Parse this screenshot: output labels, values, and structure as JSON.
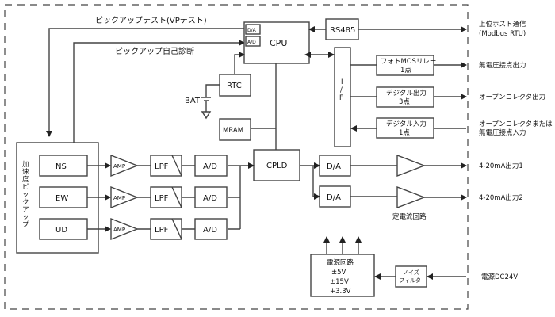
{
  "diagram": {
    "labels": {
      "pickup_test": "ピックアップテスト(VPテスト)",
      "pickup_selfdiag": "ピックアップ自己診断",
      "bat": "BAT",
      "const_current": "定電流回路"
    },
    "blocks": {
      "cpu": "CPU",
      "cpu_da": "D/A",
      "cpu_ad": "A/D",
      "rs485": "RS485",
      "rtc": "RTC",
      "mram": "MRAM",
      "cpld": "CPLD",
      "if_l1": "I",
      "if_l2": "/",
      "if_l3": "F",
      "photomos_l1": "フォトMOSリレー",
      "photomos_l2": "1点",
      "dout_l1": "デジタル出力",
      "dout_l2": "3点",
      "din_l1": "デジタル入力",
      "din_l2": "1点",
      "pickup_title": [
        "加",
        "速",
        "度",
        "ピ",
        "ッ",
        "ク",
        "ア",
        "ッ",
        "プ"
      ],
      "ns": "NS",
      "ew": "EW",
      "ud": "UD",
      "amp": "AMP",
      "lpf": "LPF",
      "ad": "A/D",
      "da": "D/A",
      "power_l1": "電源回路",
      "power_l2": "±5V",
      "power_l3": "±15V",
      "power_l4": "+3.3V",
      "noise_l1": "ノイズ",
      "noise_l2": "フィルタ"
    },
    "external": {
      "host_l1": "上位ホスト通信",
      "host_l2": "(Modbus RTU)",
      "dry_contact_out": "無電圧接点出力",
      "open_collector_out": "オープンコレクタ出力",
      "oc_in_l1": "オープンコレクタまたは",
      "oc_in_l2": "無電圧接点入力",
      "out1": "4-20mA出力1",
      "out2": "4-20mA出力2",
      "power_in": "電源DC24V"
    }
  }
}
